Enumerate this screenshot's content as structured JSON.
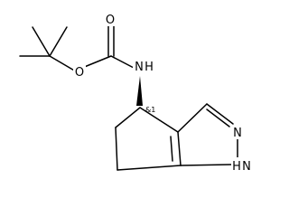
{
  "molecule": {
    "atom_labels": {
      "carbonyl_oxygen": "O",
      "ester_oxygen": "O",
      "amine_nitrogen": "N",
      "amine_hydrogen": "H",
      "pyrazole_n2": "N",
      "pyrazole_n1": "N",
      "pyrazole_n1_hydrogen": "H"
    },
    "stereo_label": "&1"
  },
  "colors": {
    "bond": "#000000",
    "text": "#000000",
    "background": "#ffffff"
  }
}
